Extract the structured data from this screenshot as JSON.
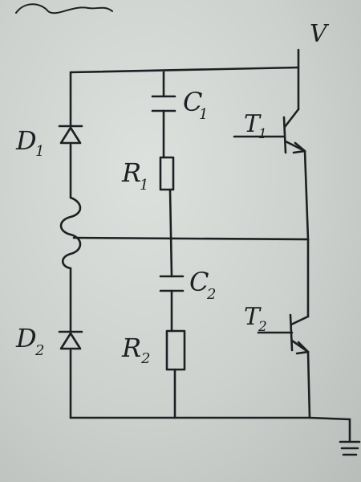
{
  "labels": {
    "supply": "V",
    "d1": "D",
    "d1_sub": "1",
    "d2": "D",
    "d2_sub": "2",
    "c1": "C",
    "c1_sub": "1",
    "c2": "C",
    "c2_sub": "2",
    "r1": "R",
    "r1_sub": "1",
    "r2": "R",
    "r2_sub": "2",
    "t1": "T",
    "t1_sub": "1",
    "t2": "T",
    "t2_sub": "2"
  },
  "colors": {
    "ink": "#1d1f22",
    "paper": "#d6dad7"
  }
}
